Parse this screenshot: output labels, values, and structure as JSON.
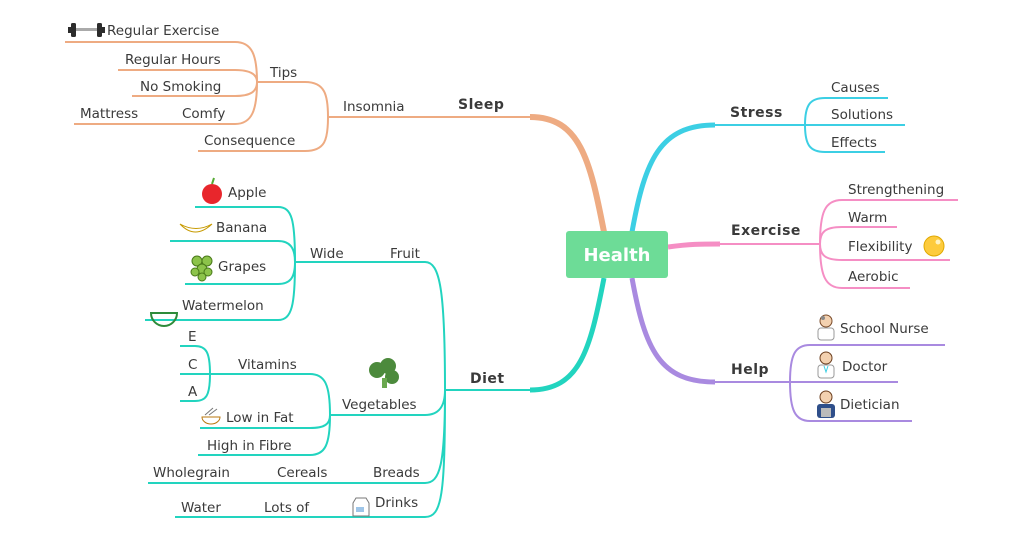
{
  "root": {
    "label": "Health",
    "color": "#6ddc97"
  },
  "sleep": {
    "label": "Sleep",
    "color": "#eeab82",
    "insomnia": "Insomnia",
    "tips": "Tips",
    "consequence": "Consequence",
    "tip_items": [
      "Regular Exercise",
      "Regular Hours",
      "No Smoking",
      "Comfy"
    ],
    "mattress": "Mattress"
  },
  "stress": {
    "label": "Stress",
    "color": "#3ccfe4",
    "items": [
      "Causes",
      "Solutions",
      "Effects"
    ]
  },
  "exercise": {
    "label": "Exercise",
    "color": "#f58ec4",
    "items": [
      "Strengthening",
      "Warm",
      "Flexibility",
      "Aerobic"
    ]
  },
  "help": {
    "label": "Help",
    "color": "#a98ae0",
    "items": [
      "School Nurse",
      "Doctor",
      "Dietician"
    ]
  },
  "diet": {
    "label": "Diet",
    "color": "#22d4bf",
    "fruit": {
      "label": "Fruit",
      "wide": "Wide",
      "items": [
        "Apple",
        "Banana",
        "Grapes",
        "Watermelon"
      ]
    },
    "vegetables": {
      "label": "Vegetables",
      "vitamins": "Vitamins",
      "vitamin_items": [
        "E",
        "C",
        "A"
      ],
      "low_fat": "Low in Fat",
      "high_fibre": "High in Fibre"
    },
    "breads": {
      "label": "Breads",
      "cereals": "Cereals",
      "wholegrain": "Wholegrain"
    },
    "drinks": {
      "label": "Drinks",
      "lots_of": "Lots of",
      "water": "Water"
    }
  }
}
